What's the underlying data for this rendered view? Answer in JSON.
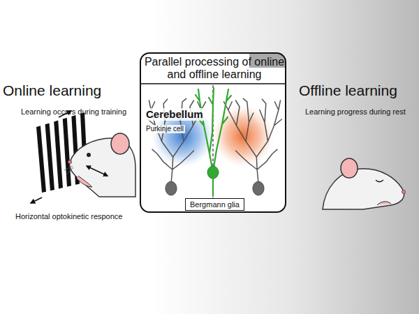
{
  "diagram": {
    "nodes": [
      {
        "text": [
          "Parallel processing of online and offline learning",
          "Cerebellum",
          "Purkinje cell"
        ]
      },
      {
        "text": [
          "Bergmann glia"
        ],
        "in": 0
      }
    ],
    "labels": [
      "Online learning",
      "Learning occurs during training",
      "Horizontal optokinetic responce",
      "Offline learning",
      "Learning progress during rest"
    ]
  }
}
